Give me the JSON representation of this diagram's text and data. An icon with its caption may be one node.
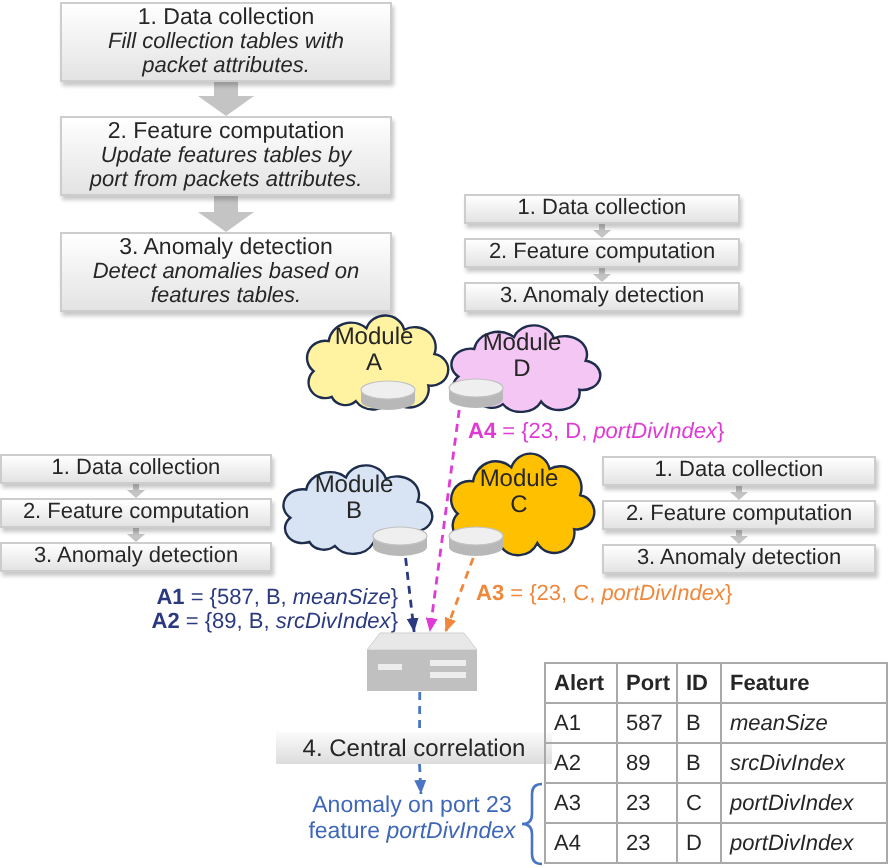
{
  "diagram": {
    "nodes": [
      {
        "text": [
          "1. Data collection",
          "Fill collection tables with packet attributes."
        ]
      },
      {
        "text": [
          "2. Feature computation",
          "Update features tables by port from packets attributes."
        ]
      },
      {
        "text": [
          "3. Anomaly detection",
          "Detect anomalies based on features tables."
        ]
      },
      {
        "text": [
          "1. Data collection"
        ]
      },
      {
        "text": [
          "2. Feature computation"
        ]
      },
      {
        "text": [
          "3. Anomaly detection"
        ]
      },
      {
        "text": [
          "Module A"
        ]
      },
      {
        "text": [
          "Module D"
        ]
      },
      {
        "text": [],
        "shape": "cylinder",
        "in": 6
      },
      {
        "text": [],
        "shape": "cylinder",
        "in": 7
      },
      {
        "text": [
          "1. Data collection"
        ]
      },
      {
        "text": [
          "2. Feature computation"
        ]
      },
      {
        "text": [
          "3. Anomaly detection"
        ]
      },
      {
        "text": [
          "Module B"
        ]
      },
      {
        "text": [
          "Module C"
        ]
      },
      {
        "text": [
          "1. Data collection"
        ]
      },
      {
        "text": [
          "2. Feature computation"
        ]
      },
      {
        "text": [
          "3. Anomaly detection"
        ]
      },
      {
        "text": [],
        "shape": "cylinder",
        "in": 13
      },
      {
        "text": [],
        "shape": "cylinder",
        "in": 14
      },
      {
        "text": [],
        "shape": "picture"
      },
      {
        "text": [
          "4. Central correlation"
        ]
      },
      {
        "text": [
          "Anomaly on port 23 feature *portDivIndex*"
        ]
      }
    ],
    "edges": [
      {
        "from": 0,
        "to": 1,
        "arrow": "to",
        "style": "thick"
      },
      {
        "from": 1,
        "to": 2,
        "arrow": "to",
        "style": "thick"
      },
      {
        "from": 3,
        "to": 4,
        "arrow": "to"
      },
      {
        "from": 4,
        "to": 5,
        "arrow": "to"
      },
      {
        "from": 10,
        "to": 11,
        "arrow": "to"
      },
      {
        "from": 11,
        "to": 12,
        "arrow": "to"
      },
      {
        "from": 15,
        "to": 16,
        "arrow": "to"
      },
      {
        "from": 16,
        "to": 17,
        "arrow": "to"
      },
      {
        "from": 9,
        "to": 20,
        "arrow": "to",
        "style": "dashed",
        "color": "#e03ad6",
        "label": "**A4** = {23, D, *portDivIndex*}"
      },
      {
        "from": 18,
        "to": 20,
        "arrow": "to",
        "style": "dashed",
        "color": "#2b3a80",
        "label": "**A1** = {587, B, *meanSize*} **A2** = {89, B, *srcDivIndex*}"
      },
      {
        "from": 19,
        "to": 20,
        "arrow": "to",
        "style": "dashed",
        "color": "#f0873a",
        "label": "**A3** = {23, C, *portDivIndex*}"
      },
      {
        "from": 20,
        "to": 21,
        "arrow": "none",
        "style": "dashed",
        "color": "#4a74c4"
      },
      {
        "from": 21,
        "to": 22,
        "arrow": "to",
        "style": "dashed",
        "color": "#4a74c4"
      }
    ],
    "labels": [
      "Alert",
      "Port",
      "ID",
      "Feature",
      "A1",
      "587",
      "B",
      "meanSize",
      "A2",
      "89",
      "B",
      "srcDivIndex",
      "A3",
      "23",
      "C",
      "portDivIndex",
      "A4",
      "23",
      "D",
      "portDivIndex"
    ]
  }
}
